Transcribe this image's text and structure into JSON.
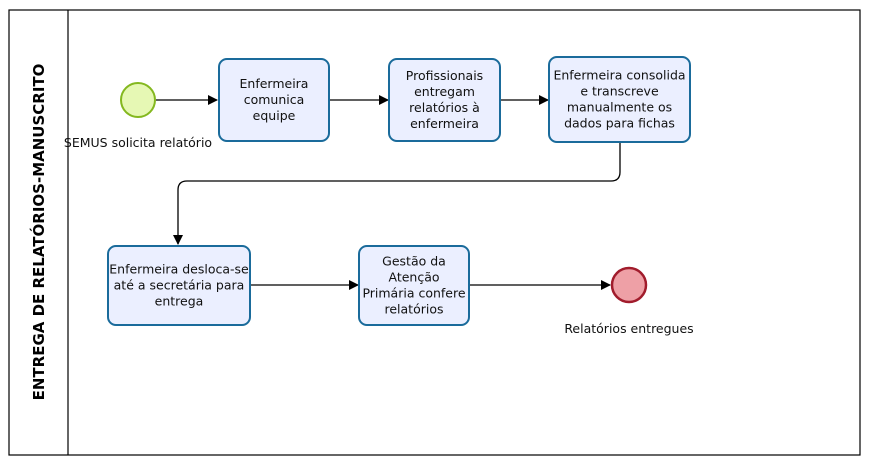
{
  "pool": {
    "lane_label": "ENTREGA DE RELATÓRIOS-MANUSCRITO"
  },
  "start_event": {
    "label": "SEMUS solicita relatório",
    "fill": "#e6f8b4",
    "stroke": "#84b81f"
  },
  "end_event": {
    "label": "Relatórios entregues",
    "fill": "#eea0a6",
    "stroke": "#a11c2c"
  },
  "tasks": [
    {
      "lines": [
        "Enfermeira",
        "comunica",
        "equipe"
      ]
    },
    {
      "lines": [
        "Profissionais",
        "entregam",
        "relatórios à",
        "enfermeira"
      ]
    },
    {
      "lines": [
        "Enfermeira consolida",
        "e transcreve",
        "manualmente os",
        "dados para fichas"
      ]
    },
    {
      "lines": [
        "Enfermeira desloca-se",
        "até a secretária para",
        "entrega"
      ]
    },
    {
      "lines": [
        "Gestão da",
        "Atenção",
        "Primária confere",
        "relatórios"
      ]
    }
  ],
  "colors": {
    "task_fill": "#ebefff",
    "task_stroke": "#1a6b9b",
    "lane_border": "#000000"
  }
}
